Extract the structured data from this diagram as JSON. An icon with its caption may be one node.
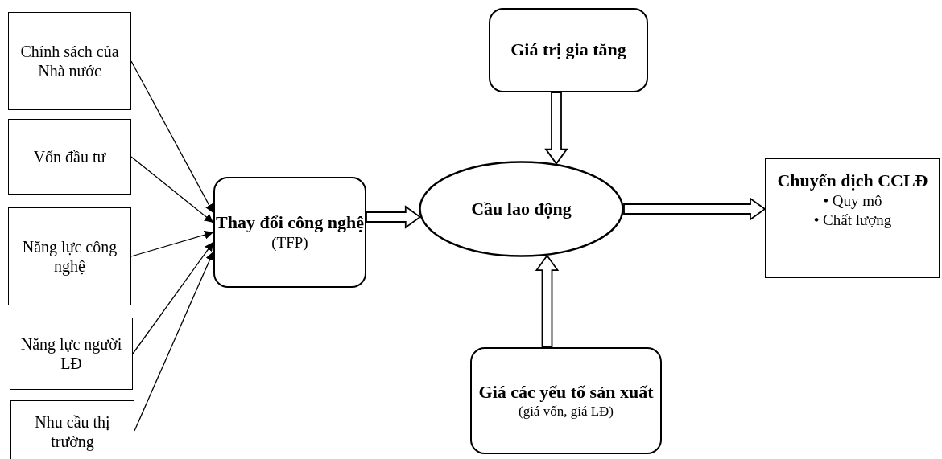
{
  "diagram": {
    "nodes": [
      {
        "text": [
          "Chính sách của Nhà nước"
        ]
      },
      {
        "text": [
          "Vốn đầu tư"
        ]
      },
      {
        "text": [
          "Năng lực công nghệ"
        ]
      },
      {
        "text": [
          "Năng lực người LĐ"
        ]
      },
      {
        "text": [
          "Nhu cầu thị trường"
        ]
      },
      {
        "text": [
          "Thay đổi công nghệ",
          "(TFP)"
        ]
      },
      {
        "text": [
          "Giá trị gia tăng"
        ]
      },
      {
        "text": [
          "Cầu lao động"
        ]
      },
      {
        "text": [
          "Giá các yếu tố sản xuất",
          "(giá vốn, giá LĐ)"
        ]
      },
      {
        "text": [
          "Chuyển dịch CCLĐ",
          "• Quy mô",
          "• Chất lượng"
        ]
      }
    ],
    "edges": [
      {
        "from": 0,
        "to": 5,
        "arrow": "to"
      },
      {
        "from": 1,
        "to": 5,
        "arrow": "to"
      },
      {
        "from": 2,
        "to": 5,
        "arrow": "to"
      },
      {
        "from": 3,
        "to": 5,
        "arrow": "to"
      },
      {
        "from": 4,
        "to": 5,
        "arrow": "to"
      },
      {
        "from": 5,
        "to": 7,
        "arrow": "to",
        "style": "thick"
      },
      {
        "from": 6,
        "to": 7,
        "arrow": "to",
        "style": "thick"
      },
      {
        "from": 8,
        "to": 7,
        "arrow": "to",
        "style": "thick"
      },
      {
        "from": 7,
        "to": 9,
        "arrow": "to",
        "style": "thick"
      }
    ]
  }
}
